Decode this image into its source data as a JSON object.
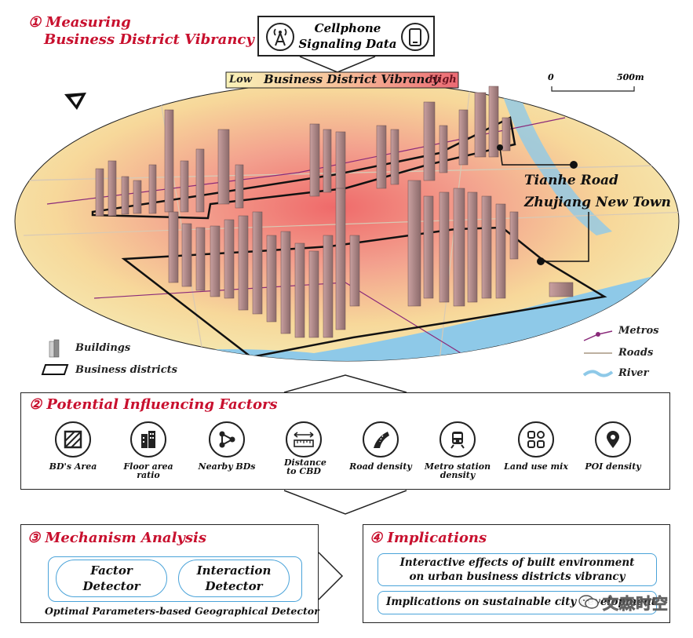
{
  "section1": {
    "num": "①",
    "title_line1": "Measuring",
    "title_line2": "Business District Vibrancy"
  },
  "data_source": {
    "line1": "Cellphone",
    "line2": "Signaling Data"
  },
  "vibrancy_scale": {
    "low": "Low",
    "title": "Business District Vibrancy",
    "high": "High"
  },
  "scale_bar": {
    "start": "0",
    "end": "500m"
  },
  "districts": {
    "tianhe": "Tianhe Road",
    "zhujiang": "Zhujiang New Town"
  },
  "legend_left": {
    "buildings": "Buildings",
    "business_districts": "Business districts"
  },
  "legend_right": {
    "metros": "Metros",
    "roads": "Roads",
    "river": "River"
  },
  "section2": {
    "num": "②",
    "title": "Potential Influencing Factors",
    "factors": [
      {
        "label": "BD's Area",
        "icon": "area-icon"
      },
      {
        "label": "Floor area ratio",
        "icon": "building-icon"
      },
      {
        "label": "Nearby BDs",
        "icon": "network-icon"
      },
      {
        "label": "Distance to CBD",
        "icon": "ruler-icon"
      },
      {
        "label": "Road density",
        "icon": "road-icon"
      },
      {
        "label": "Metro station density",
        "icon": "train-icon"
      },
      {
        "label": "Land use mix",
        "icon": "grid-icon"
      },
      {
        "label": "POI density",
        "icon": "pin-icon"
      }
    ]
  },
  "section3": {
    "num": "③",
    "title": "Mechanism Analysis",
    "factor_detector_l1": "Factor",
    "factor_detector_l2": "Detector",
    "interaction_detector_l1": "Interaction",
    "interaction_detector_l2": "Detector",
    "caption": "Optimal Parameters-based Geographical Detector"
  },
  "section4": {
    "num": "④",
    "title": "Implications",
    "item1_l1": "Interactive effects of built environment",
    "item1_l2": "on urban business districts vibrancy",
    "item2": "Implications on sustainable city development"
  },
  "watermark": "文森时空",
  "colors": {
    "accent_red": "#c8102e",
    "pill_border": "#4aa3d9",
    "river": "#8ec9e8"
  }
}
